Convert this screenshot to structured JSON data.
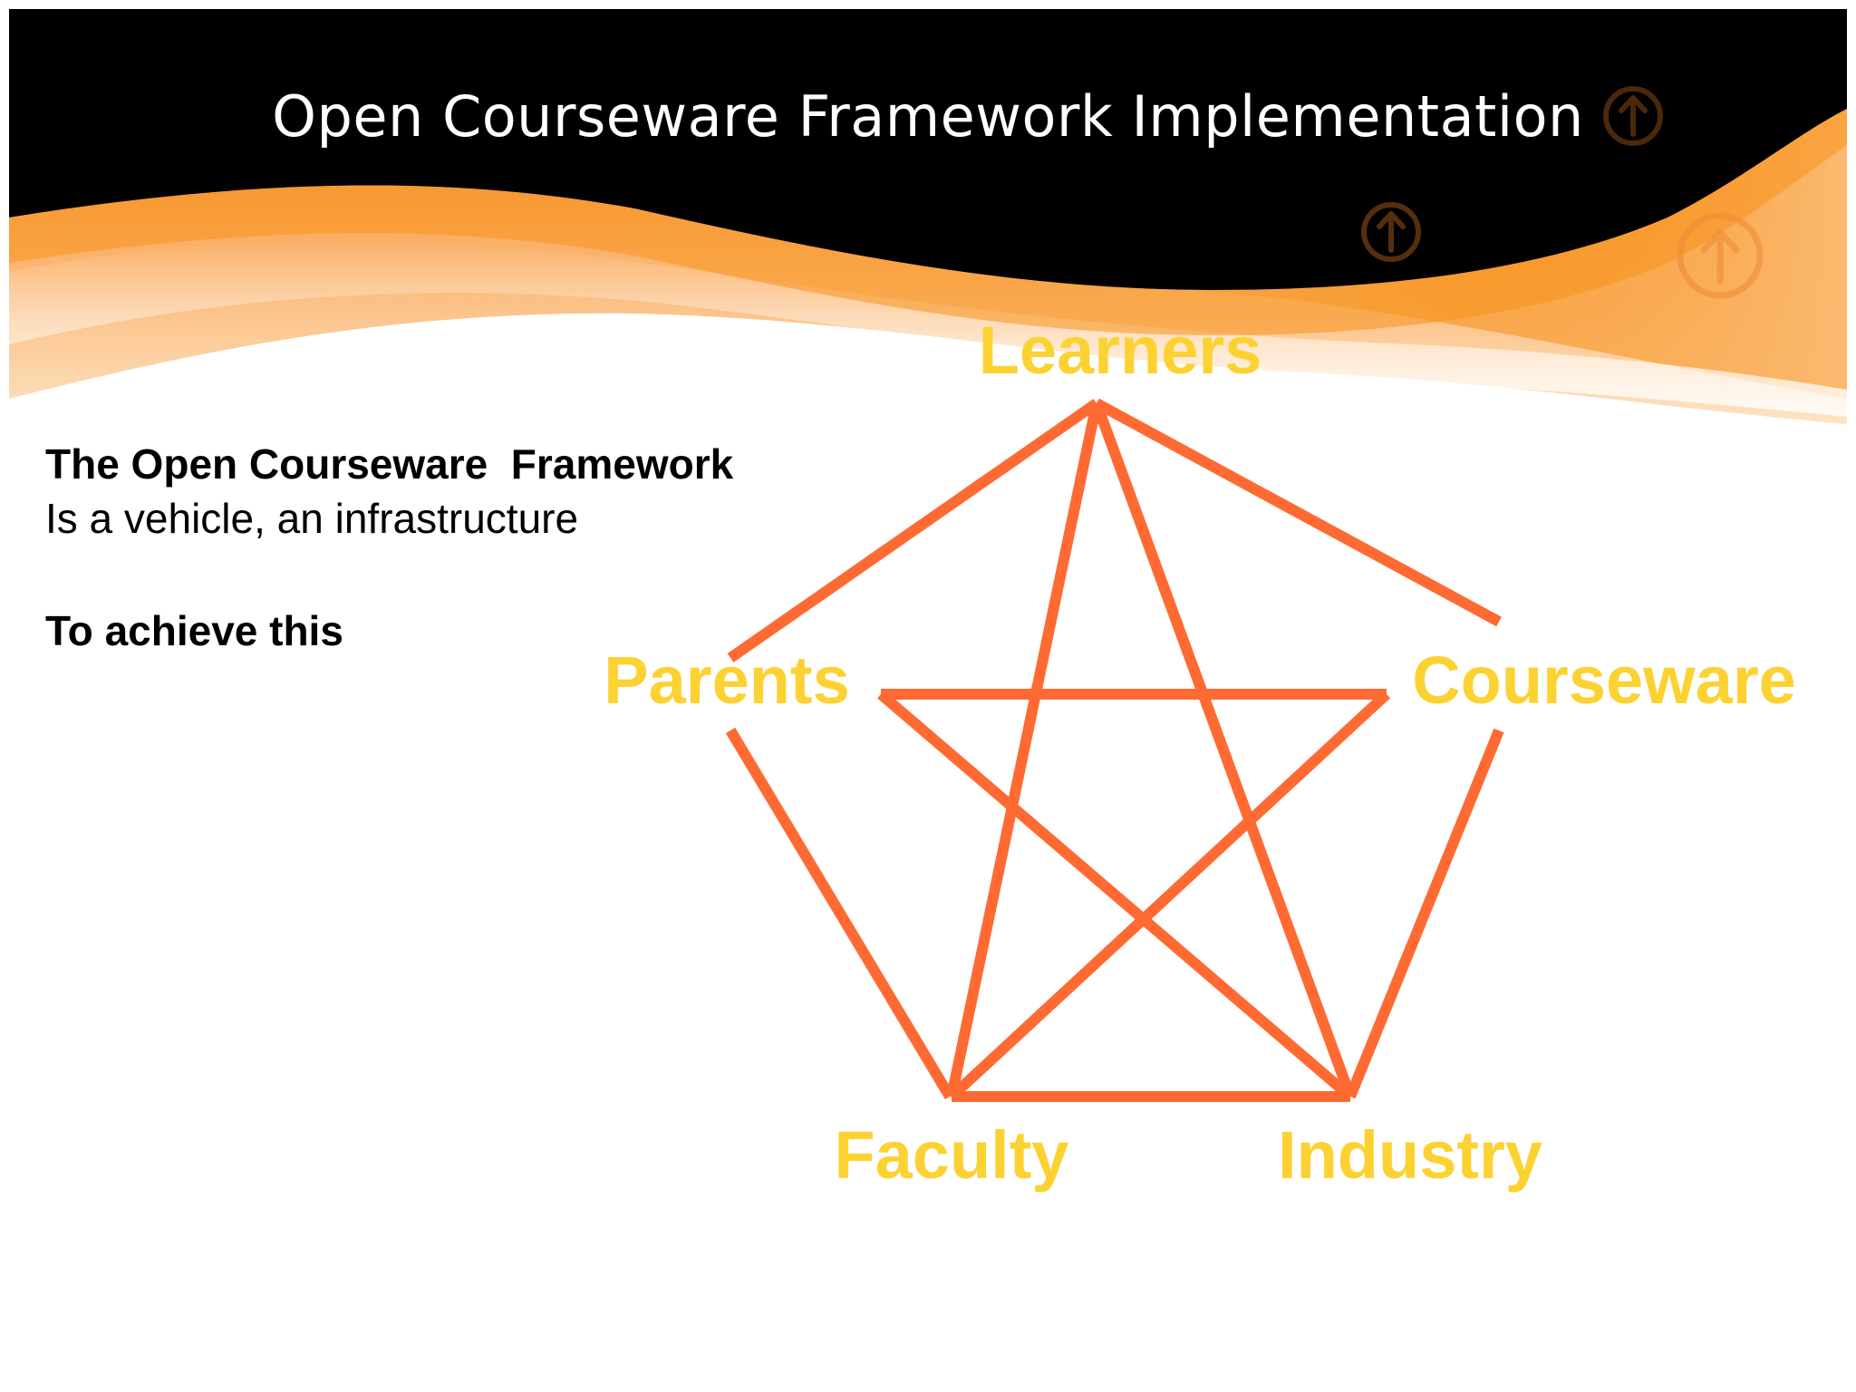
{
  "slide": {
    "title": "Open Courseware Framework Implementation",
    "body": {
      "heading": "The Open Courseware  Framework",
      "line2": "Is a vehicle, an infrastructure",
      "line3": "To achieve this"
    }
  },
  "theme": {
    "banner_dark": "#000000",
    "banner_accent": "#f7931e",
    "line_color": "#ff6a33",
    "label_color": "#fcd232",
    "decoration_icon": "up-arrow-circle-icon"
  },
  "diagram": {
    "nodes": [
      {
        "id": "learners",
        "label": "Learners"
      },
      {
        "id": "parents",
        "label": "Parents"
      },
      {
        "id": "courseware",
        "label": "Courseware"
      },
      {
        "id": "faculty",
        "label": "Faculty"
      },
      {
        "id": "industry",
        "label": "Industry"
      }
    ],
    "edges": [
      {
        "from": "learners",
        "to": "parents"
      },
      {
        "from": "learners",
        "to": "courseware"
      },
      {
        "from": "parents",
        "to": "faculty"
      },
      {
        "from": "courseware",
        "to": "industry"
      },
      {
        "from": "faculty",
        "to": "industry"
      },
      {
        "from": "learners",
        "to": "faculty"
      },
      {
        "from": "learners",
        "to": "industry"
      },
      {
        "from": "parents",
        "to": "courseware"
      },
      {
        "from": "parents",
        "to": "industry"
      },
      {
        "from": "courseware",
        "to": "faculty"
      }
    ]
  }
}
